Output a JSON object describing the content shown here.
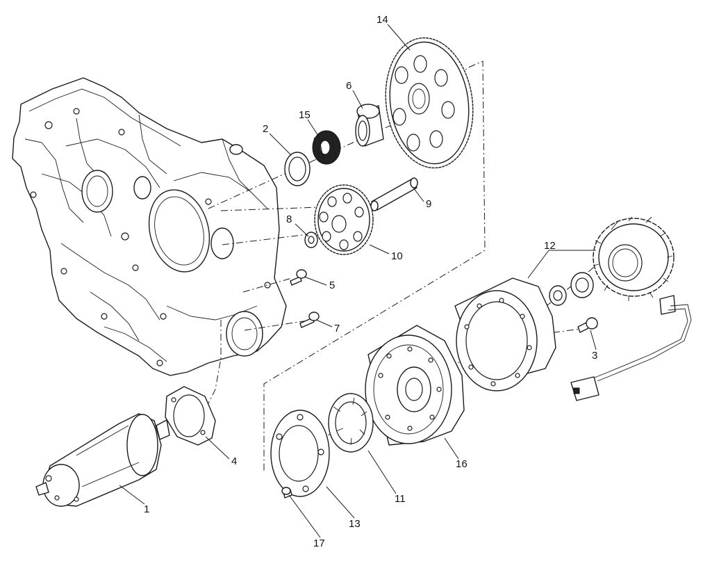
{
  "diagram": {
    "type": "exploded-parts-view",
    "line_color": "#1a1a1a",
    "background": "#ffffff",
    "callouts": [
      "1",
      "2",
      "3",
      "4",
      "5",
      "6",
      "7",
      "8",
      "9",
      "10",
      "11",
      "12",
      "13",
      "14",
      "15",
      "16",
      "17"
    ]
  }
}
